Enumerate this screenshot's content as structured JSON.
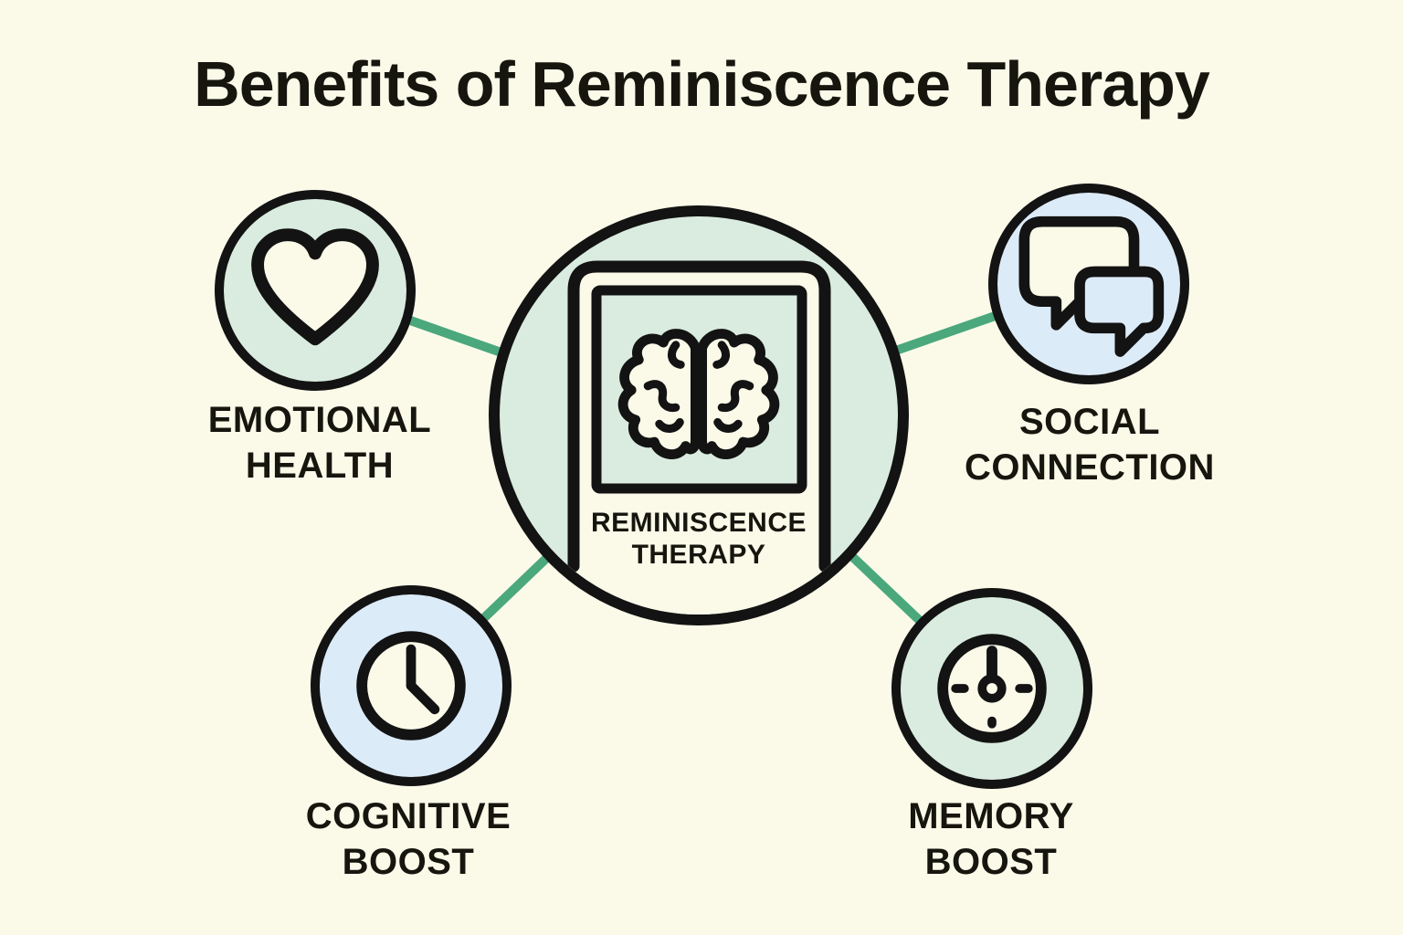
{
  "title": "Benefits of Reminiscence Therapy",
  "colors": {
    "background": "#fbfae9",
    "mint_fill": "#d9ecdf",
    "blue_fill": "#dcebf8",
    "outline": "#131313",
    "connector_green": "#4aa87c",
    "text": "#16160f"
  },
  "center_node": {
    "label_line1": "REMINISCENCE",
    "label_line2": "THERAPY",
    "icon": "brain-in-frame-icon"
  },
  "nodes": {
    "emotional": {
      "label_line1": "EMOTIONAL",
      "label_line2": "HEALTH",
      "icon": "heart-icon",
      "fill_color": "#d9ecdf"
    },
    "social": {
      "label_line1": "SOCIAL",
      "label_line2": "CONNECTION",
      "icon": "chat-bubbles-icon",
      "fill_color": "#dcebf8"
    },
    "cognitive": {
      "label_line1": "COGNITIVE",
      "label_line2": "BOOST",
      "icon": "clock-icon",
      "fill_color": "#dcebf8"
    },
    "memory": {
      "label_line1": "MEMORY",
      "label_line2": "BOOST",
      "icon": "gauge-icon",
      "fill_color": "#d9ecdf"
    }
  }
}
